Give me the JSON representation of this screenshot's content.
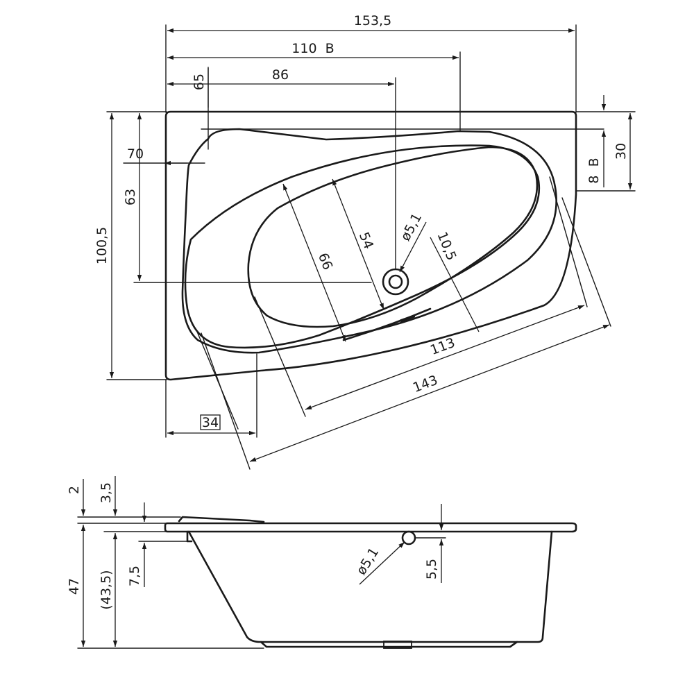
{
  "plan_view": {
    "dimensions": {
      "overall_length": "153,5",
      "length_b": "110  B",
      "drain_offset_x": "86",
      "edge_65": "65",
      "edge_70": "70",
      "inner_63": "63",
      "overall_width": "100,5",
      "bowl_width_54": "54",
      "bowl_width_66": "66",
      "drain_dia": "ø5,1",
      "rim_10_5": "10,5",
      "bowl_length_113": "113",
      "outer_length_143": "143",
      "corner_34": "34",
      "edge_8b": "8  B",
      "edge_30": "30"
    }
  },
  "side_view": {
    "dimensions": {
      "rim_2": "2",
      "rim_3_5": "3,5",
      "height_47": "47",
      "height_43_5": "(43,5)",
      "apron_7_5": "7,5",
      "overflow_dia": "ø5,1",
      "overflow_5_5": "5,5"
    }
  }
}
